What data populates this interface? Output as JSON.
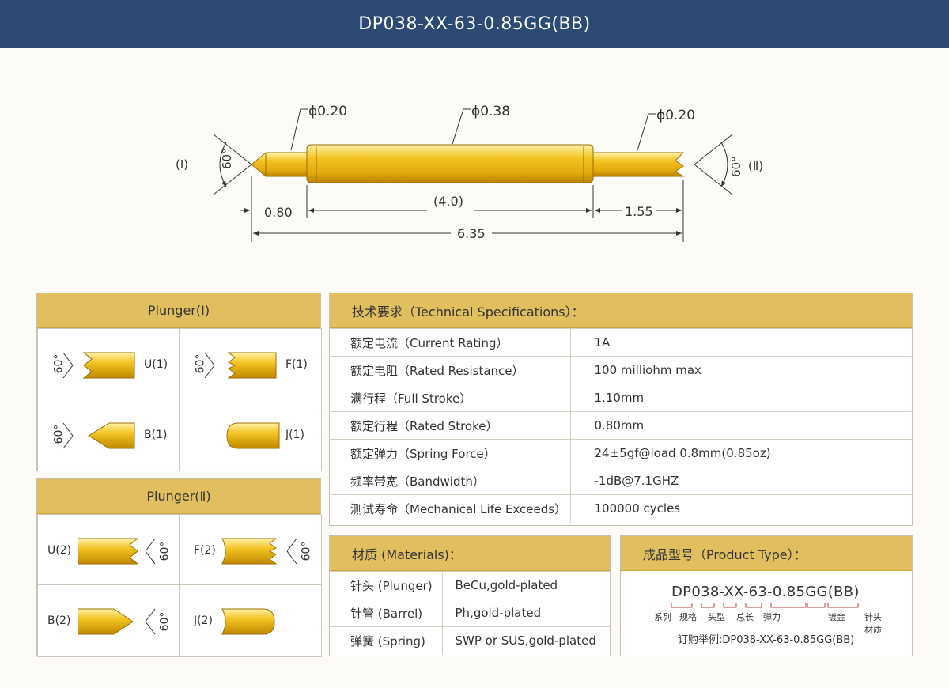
{
  "header": {
    "title": "DP038-XX-63-0.85GG(BB)"
  },
  "drawing": {
    "dia_left": "ϕ0.20",
    "dia_mid": "ϕ0.38",
    "dia_right": "ϕ0.20",
    "end_left": "(Ⅰ)",
    "end_right": "(Ⅱ)",
    "angle_left": "60°",
    "angle_right": "60°",
    "len_left": "0.80",
    "len_mid": "(4.0)",
    "len_right": "1.55",
    "len_total": "6.35"
  },
  "plunger1": {
    "title": "Plunger(Ⅰ)",
    "items": [
      {
        "label": "U(1)",
        "angle": "60°"
      },
      {
        "label": "F(1)",
        "angle": "60°"
      },
      {
        "label": "B(1)",
        "angle": "60°"
      },
      {
        "label": "J(1)"
      }
    ]
  },
  "plunger2": {
    "title": "Plunger(Ⅱ)",
    "items": [
      {
        "label": "U(2)",
        "angle": "60°"
      },
      {
        "label": "F(2)",
        "angle": "60°"
      },
      {
        "label": "B(2)",
        "angle": "60°"
      },
      {
        "label": "J(2)"
      }
    ]
  },
  "specs": {
    "title": "技术要求（Technical Specifications）：",
    "rows": [
      {
        "key": "额定电流（Current Rating）",
        "value": "1A"
      },
      {
        "key": "额定电阻（Rated Resistance）",
        "value": "100 milliohm max"
      },
      {
        "key": "满行程（Full Stroke）",
        "value": "1.10mm"
      },
      {
        "key": "额定行程（Rated Stroke）",
        "value": "0.80mm"
      },
      {
        "key": "额定弹力（Spring Force）",
        "value": "24±5gf@load 0.8mm(0.85oz)"
      },
      {
        "key": "频率带宽（Bandwidth）",
        "value": "-1dB@7.1GHZ"
      },
      {
        "key": "测试寿命（Mechanical Life Exceeds）",
        "value": "100000 cycles"
      }
    ]
  },
  "materials": {
    "title": "材质 (Materials)：",
    "rows": [
      {
        "key": "针头 (Plunger)",
        "value": "BeCu,gold-plated"
      },
      {
        "key": "针管 (Barrel)",
        "value": "Ph,gold-plated"
      },
      {
        "key": "弹簧 (Spring)",
        "value": "SWP or SUS,gold-plated"
      }
    ]
  },
  "product_type": {
    "title": "成品型号（Product Type）：",
    "model": "DP038-XX-63-0.85GG(BB)",
    "parts": [
      "系列",
      "规格",
      "头型",
      "总长",
      "弹力",
      "镀金",
      "针头材质"
    ],
    "example": "订购举例:DP038-XX-63-0.85GG(BB)"
  },
  "colors": {
    "header": "#2c4a74",
    "gold": "#e2bf5e",
    "pin": "#e8b81e"
  }
}
